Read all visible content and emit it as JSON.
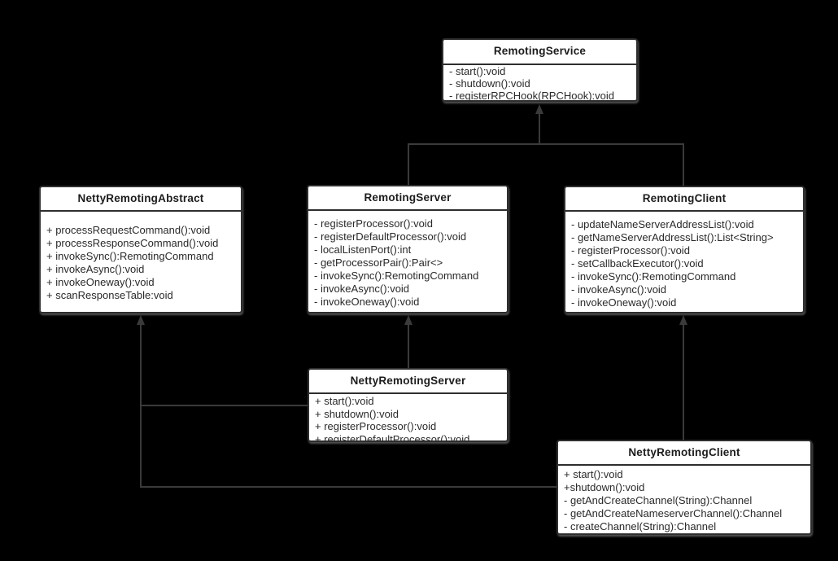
{
  "diagram": {
    "type": "uml-class-diagram",
    "colors": {
      "background": "#000000",
      "box_fill": "#ffffff",
      "box_border": "#2e2e2e",
      "connector": "#3a3a3a",
      "title_text": "#1c1c1c",
      "method_text": "#2a2a2a"
    }
  },
  "classes": [
    {
      "name": "RemotingService",
      "methods": [
        "- start():void",
        "- shutdown():void",
        "- registerRPCHook(RPCHook):void"
      ]
    },
    {
      "name": "NettyRemotingAbstract",
      "methods": [
        "+ processRequestCommand():void",
        "+ processResponseCommand():void",
        "+ invokeSync():RemotingCommand",
        "+ invokeAsync():void",
        "+ invokeOneway():void",
        "+ scanResponseTable:void"
      ]
    },
    {
      "name": "RemotingServer",
      "methods": [
        "- registerProcessor():void",
        "- registerDefaultProcessor():void",
        "- localListenPort():int",
        "- getProcessorPair():Pair<>",
        "- invokeSync():RemotingCommand",
        "- invokeAsync():void",
        "- invokeOneway():void"
      ]
    },
    {
      "name": "RemotingClient",
      "methods": [
        "- updateNameServerAddressList():void",
        "- getNameServerAddressList():List<String>",
        "- registerProcessor():void",
        "- setCallbackExecutor():void",
        "- invokeSync():RemotingCommand",
        "- invokeAsync():void",
        "- invokeOneway():void"
      ]
    },
    {
      "name": "NettyRemotingServer",
      "methods": [
        "+ start():void",
        "+ shutdown():void",
        "+ registerProcessor():void",
        "+ registerDefaultProcessor():void"
      ]
    },
    {
      "name": "NettyRemotingClient",
      "methods": [
        "+ start():void",
        "+shutdown():void",
        "- getAndCreateChannel(String):Channel",
        "- getAndCreateNameserverChannel():Channel",
        "- createChannel(String):Channel"
      ]
    }
  ],
  "relations": [
    {
      "from": "RemotingServer",
      "to": "RemotingService",
      "type": "inheritance"
    },
    {
      "from": "RemotingClient",
      "to": "RemotingService",
      "type": "inheritance"
    },
    {
      "from": "NettyRemotingServer",
      "to": "RemotingServer",
      "type": "inheritance"
    },
    {
      "from": "NettyRemotingClient",
      "to": "RemotingClient",
      "type": "inheritance"
    },
    {
      "from": "NettyRemotingServer",
      "to": "NettyRemotingAbstract",
      "type": "inheritance"
    },
    {
      "from": "NettyRemotingClient",
      "to": "NettyRemotingAbstract",
      "type": "inheritance"
    }
  ]
}
